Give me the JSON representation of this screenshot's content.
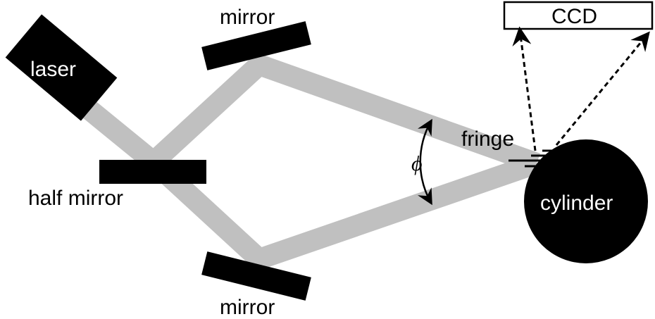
{
  "labels": {
    "laser": "laser",
    "top_mirror": "mirror",
    "bottom_mirror": "mirror",
    "half_mirror": "half mirror",
    "ccd": "CCD",
    "fringe": "fringe",
    "cylinder": "cylinder",
    "angle": "ϕ"
  },
  "colors": {
    "beam": "#c0c0c0",
    "component": "#000000",
    "background": "#ffffff"
  }
}
